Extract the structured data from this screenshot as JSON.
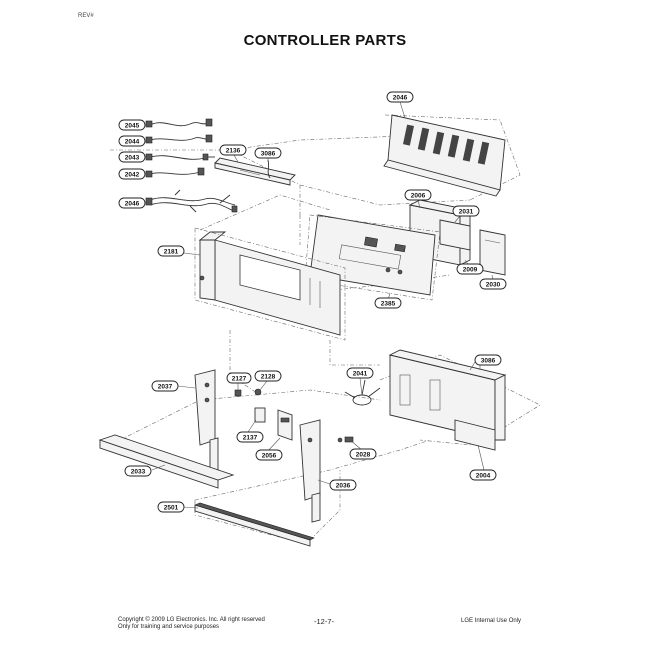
{
  "header": {
    "corner_code": "REV#",
    "title": "CONTROLLER PARTS"
  },
  "callouts": {
    "c2045": "2045",
    "c2044": "2044",
    "c2043": "2043",
    "c2042": "2042",
    "c2046a": "2046",
    "c2136": "2136",
    "c3086a": "3086",
    "c2046b": "2046",
    "c2006": "2006",
    "c2031": "2031",
    "c2181": "2181",
    "c2009": "2009",
    "c2030": "2030",
    "c2385": "2385",
    "c3086b": "3086",
    "c2041": "2041",
    "c2037": "2037",
    "c2127": "2127",
    "c2128": "2128",
    "c2137": "2137",
    "c2056": "2056",
    "c2028": "2028",
    "c2004": "2004",
    "c2033": "2033",
    "c2036": "2036",
    "c2501": "2501"
  },
  "footer": {
    "copyright": "Copyright © 2009 LG Electronics. Inc. All right reserved",
    "usage": "Only for training and service purposes",
    "page": "-12-7-",
    "internal": "LGE Internal Use Only"
  }
}
